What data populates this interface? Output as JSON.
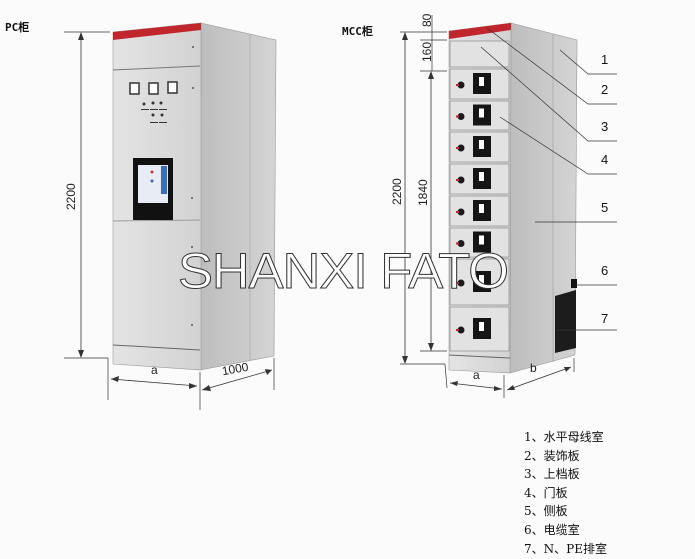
{
  "pc_cabinet": {
    "title": "PC柜",
    "height_label": "2200",
    "width_label": "a",
    "depth_label": "1000"
  },
  "mcc_cabinet": {
    "title": "MCC柜",
    "top_label": "80",
    "header_label": "160",
    "drawer_label": "1840",
    "height_label": "2200",
    "width_label": "a",
    "depth_label": "b"
  },
  "callouts": [
    "1",
    "2",
    "3",
    "4",
    "5",
    "6",
    "7"
  ],
  "legend": [
    "1、水平母线室",
    "2、装饰板",
    "3、上档板",
    "4、门板",
    "5、侧板",
    "6、电缆室",
    "7、N、PE排室"
  ],
  "watermark": "SHANXI FATO",
  "colors": {
    "top_band": "#c0262c",
    "panel": "#dcdcdc",
    "side": "#c9c9c9"
  }
}
